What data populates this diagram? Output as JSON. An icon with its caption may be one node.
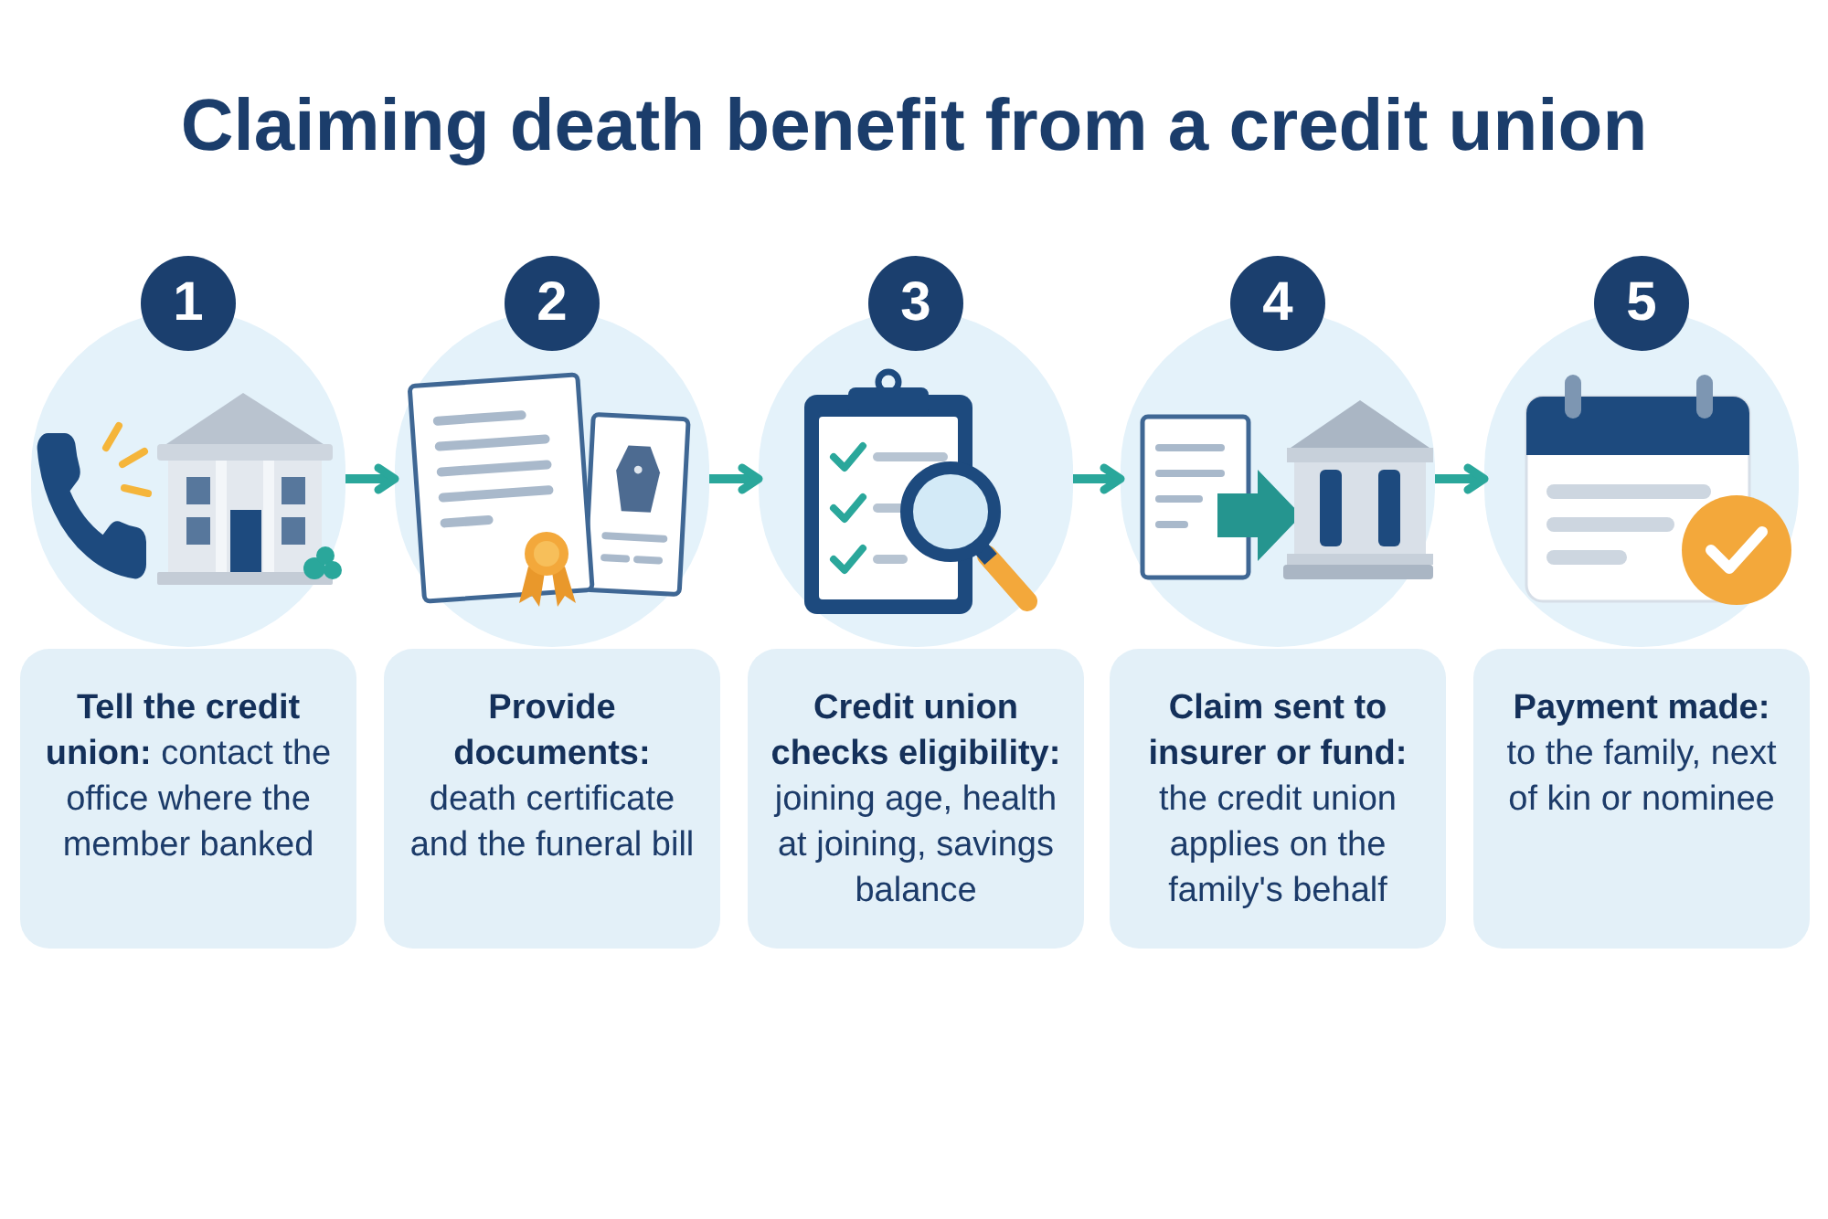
{
  "diagram": {
    "title": "Claiming death benefit from a credit union",
    "nodes": [
      {
        "text": [
          "1"
        ]
      },
      {
        "text": [],
        "shape": "circle"
      },
      {
        "text": [
          "**Tell the credit union:** contact the office where the member banked"
        ]
      },
      {
        "text": [
          "2"
        ]
      },
      {
        "text": [],
        "shape": "circle"
      },
      {
        "text": [
          "**Provide documents:** death certificate and the funeral bill"
        ]
      },
      {
        "text": [
          "3"
        ]
      },
      {
        "text": [],
        "shape": "circle"
      },
      {
        "text": [
          "**Credit union checks eligibility:** joining age, health at joining, savings balance"
        ]
      },
      {
        "text": [
          "4"
        ]
      },
      {
        "text": [],
        "shape": "circle"
      },
      {
        "text": [
          "**Claim sent to insurer or fund:** the credit union applies on the family's behalf"
        ]
      },
      {
        "text": [
          "5"
        ]
      },
      {
        "text": [],
        "shape": "circle"
      },
      {
        "text": [
          "**Payment made:** to the family, next of kin or nominee"
        ]
      }
    ],
    "edges": [
      {
        "from": 1,
        "to": 4,
        "arrow": "to"
      },
      {
        "from": 4,
        "to": 7,
        "arrow": "to"
      },
      {
        "from": 7,
        "to": 10,
        "arrow": "to"
      },
      {
        "from": 10,
        "to": 13,
        "arrow": "to"
      }
    ]
  }
}
